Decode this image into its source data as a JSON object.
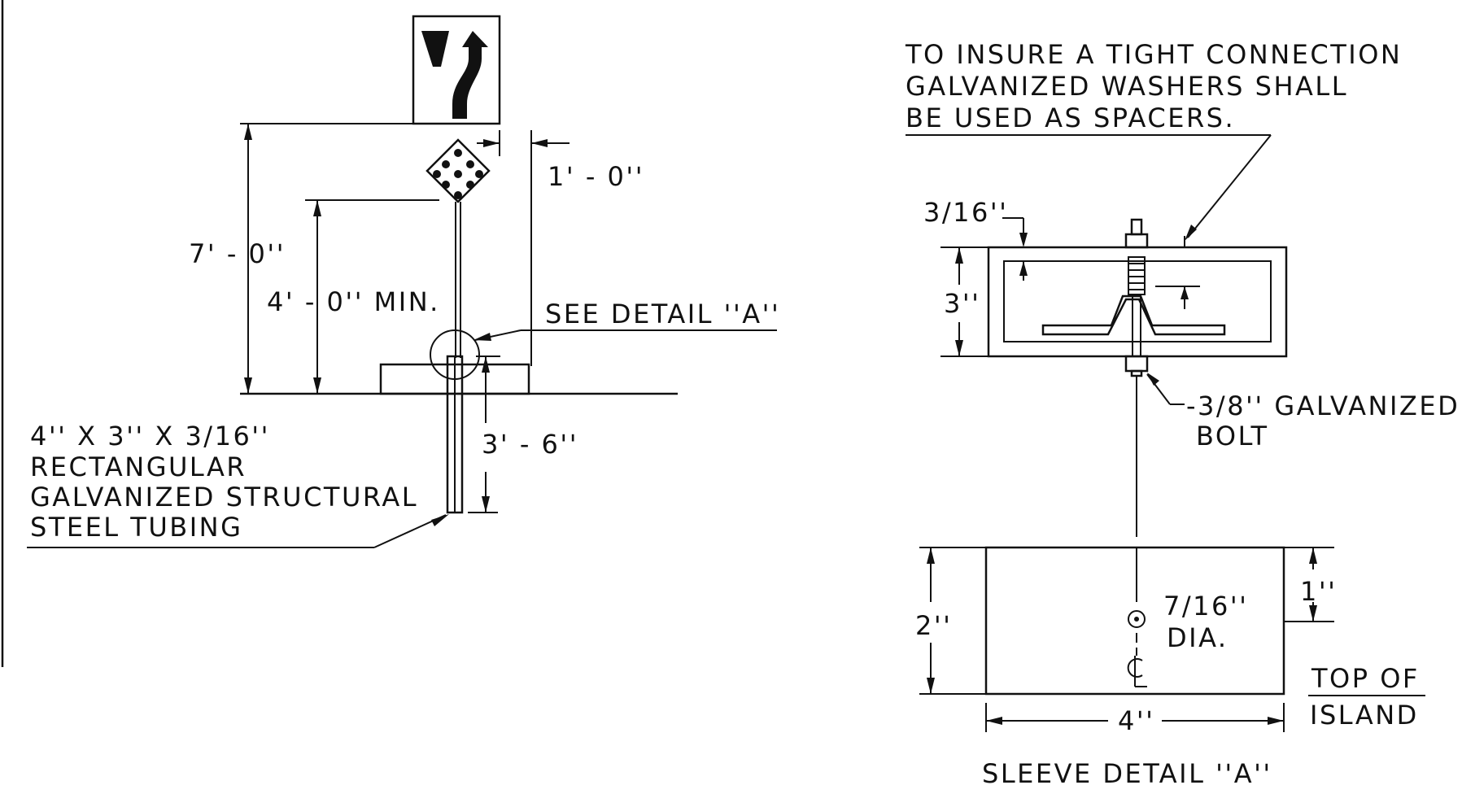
{
  "colors": {
    "ink": "#111111",
    "paper": "#ffffff"
  },
  "left_view": {
    "sign_icon": "keep-left-arrow-sign",
    "marker_icon": "diamond-reflector-marker",
    "dim_height_total": "7' - 0''",
    "dim_height_min": "4' - 0'' MIN.",
    "dim_offset": "1' - 0''",
    "detail_ref": "SEE DETAIL ''A''",
    "dim_embed": "3' - 6''",
    "tubing_label": [
      "4'' X 3'' X 3/16''",
      "RECTANGULAR",
      "GALVANIZED STRUCTURAL",
      "STEEL TUBING"
    ]
  },
  "right_view": {
    "note_lines": [
      "TO INSURE A TIGHT CONNECTION",
      "GALVANIZED WASHERS SHALL",
      "BE USED AS SPACERS."
    ],
    "dim_wall": "3/16''",
    "dim_height": "3''",
    "bolt_label": [
      "-3/8'' GALVANIZED",
      "BOLT"
    ],
    "dim_sleeve_height": "2''",
    "dim_hole_offset": "1''",
    "hole_label": [
      "7/16''",
      "DIA."
    ],
    "centerline_symbol": "C/L",
    "dim_width": "4''",
    "top_label": [
      "TOP OF",
      "ISLAND"
    ],
    "title": "SLEEVE DETAIL ''A''"
  }
}
